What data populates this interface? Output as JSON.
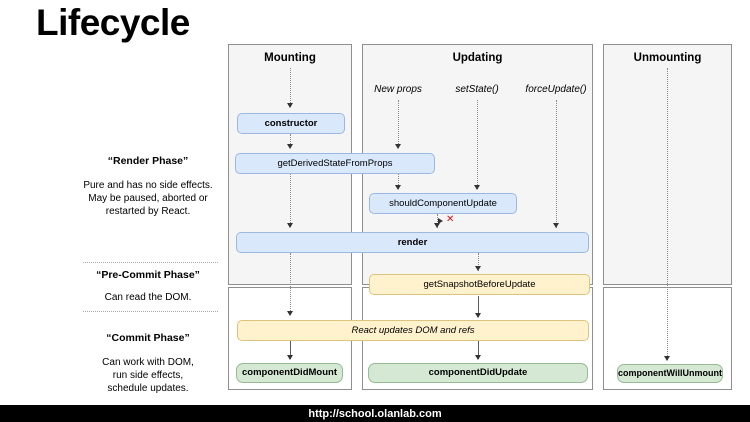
{
  "title": "Lifecycle",
  "columns": [
    {
      "label": "Mounting"
    },
    {
      "label": "Updating"
    },
    {
      "label": "Unmounting"
    }
  ],
  "triggers": [
    {
      "label": "New props"
    },
    {
      "label": "setState()"
    },
    {
      "label": "forceUpdate()"
    }
  ],
  "phases": [
    {
      "title": "“Render Phase”",
      "description": "Pure and has no side effects.\nMay be paused, aborted or\nrestarted by React."
    },
    {
      "title": "“Pre-Commit Phase”",
      "description": "Can read the DOM."
    },
    {
      "title": "“Commit Phase”",
      "description": "Can work with DOM,\nrun side effects,\nschedule updates."
    }
  ],
  "nodes": {
    "constructor": {
      "label": "constructor"
    },
    "getDerivedStateFromProps": {
      "label": "getDerivedStateFromProps"
    },
    "shouldComponentUpdate": {
      "label": "shouldComponentUpdate"
    },
    "render": {
      "label": "render"
    },
    "getSnapshotBeforeUpdate": {
      "label": "getSnapshotBeforeUpdate"
    },
    "reactUpdates": {
      "label": "React updates DOM and refs"
    },
    "componentDidMount": {
      "label": "componentDidMount"
    },
    "componentDidUpdate": {
      "label": "componentDidUpdate"
    },
    "componentWillUnmount": {
      "label": "componentWillUnmount"
    }
  },
  "annotations": {
    "skip_render_mark": "✕"
  },
  "footer": {
    "url": "http://school.olanlab.com"
  },
  "colors": {
    "node_blue_fill": "#dae8fc",
    "node_blue_border": "#9bb9e0",
    "node_yellow_fill": "#fff2cc",
    "node_yellow_border": "#ddc47e",
    "node_green_fill": "#d5e8d4",
    "node_green_border": "#97bb95",
    "panel_top_fill": "#f5f5f5",
    "panel_border": "#8f8f8f",
    "skip_mark_red": "#e01212",
    "footer_bg": "#000000",
    "footer_text": "#ffffff"
  }
}
